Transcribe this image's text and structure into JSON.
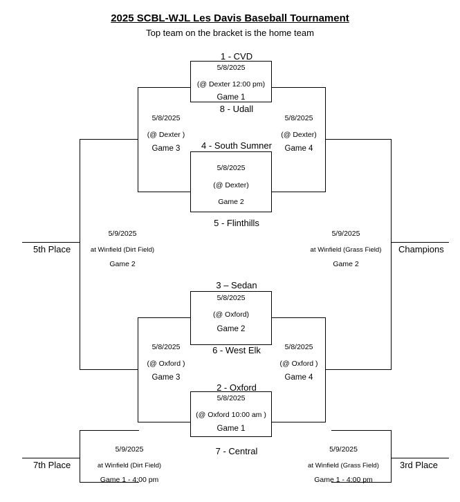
{
  "header": {
    "title": "2025 SCBL-WJL Les Davis Baseball Tournament",
    "subtitle": "Top team on the bracket is the home team"
  },
  "bracket": {
    "upper": {
      "game1": {
        "top_team": "1 - CVD",
        "bottom_team": "8 - Udall",
        "date": "5/8/2025",
        "location": "(@ Dexter  12:00 pm)",
        "game": "Game 1"
      },
      "game2": {
        "top_team": "4 - South Sumner",
        "bottom_team": "5 - Flinthills",
        "date": "5/8/2025",
        "location": "(@ Dexter)",
        "game": "Game 2"
      },
      "loser_game3": {
        "date": "5/8/2025",
        "location": "(@ Dexter )",
        "game": "Game 3"
      },
      "winner_game4": {
        "date": "5/8/2025",
        "location": "(@ Dexter)",
        "game": "Game 4"
      }
    },
    "lower": {
      "game2": {
        "top_team": "3 – Sedan",
        "bottom_team": "6 - West Elk",
        "date": "5/8/2025",
        "location": "(@ Oxford)",
        "game": "Game 2"
      },
      "game1": {
        "top_team": "2 - Oxford",
        "bottom_team": "7 - Central",
        "date": "5/8/2025",
        "location": "(@ Oxford 10:00 am )",
        "game": "Game 1"
      },
      "loser_game3": {
        "date": "5/8/2025",
        "location": "(@ Oxford )",
        "game": "Game 3"
      },
      "winner_game4": {
        "date": "5/8/2025",
        "location": "(@ Oxford )",
        "game": "Game 4"
      }
    },
    "finals": {
      "fifth_place": {
        "label": "5th Place",
        "date": "5/9/2025",
        "location": "at Winfield (Dirt Field)",
        "game": "Game 2"
      },
      "champions": {
        "label": "Champions",
        "date": "5/9/2025",
        "location": "at Winfield (Grass Field)",
        "game": "Game 2"
      },
      "seventh_place": {
        "label": "7th Place",
        "date": "5/9/2025",
        "location": "at Winfield (Dirt Field)",
        "game": "Game 1 - 4:00 pm"
      },
      "third_place": {
        "label": "3rd Place",
        "date": "5/9/2025",
        "location": "at Winfield (Grass Field)",
        "game": "Game 1 - 4:00 pm"
      }
    }
  }
}
